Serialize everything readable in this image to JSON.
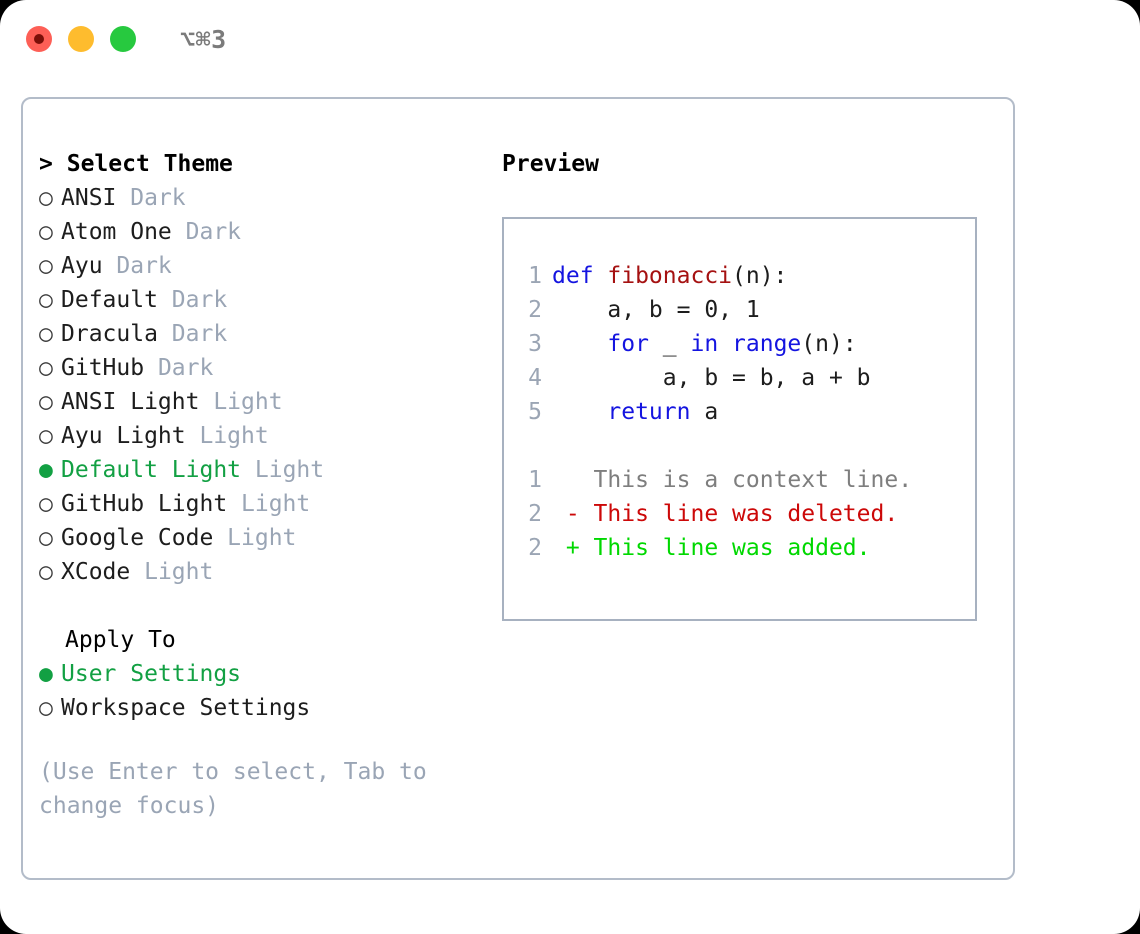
{
  "window": {
    "title": "⌥⌘3",
    "traffic_lights": [
      {
        "name": "close",
        "color": "#fd5f56"
      },
      {
        "name": "minimize",
        "color": "#febc2e"
      },
      {
        "name": "maximize",
        "color": "#27c93f"
      }
    ]
  },
  "theme_picker": {
    "caret": ">",
    "heading": "Select Theme",
    "bullet_unselected": "○",
    "bullet_selected": "●",
    "items": [
      {
        "label": "ANSI",
        "badge": "Dark",
        "selected": false
      },
      {
        "label": "Atom One",
        "badge": "Dark",
        "selected": false
      },
      {
        "label": "Ayu",
        "badge": "Dark",
        "selected": false
      },
      {
        "label": "Default",
        "badge": "Dark",
        "selected": false
      },
      {
        "label": "Dracula",
        "badge": "Dark",
        "selected": false
      },
      {
        "label": "GitHub",
        "badge": "Dark",
        "selected": false
      },
      {
        "label": "ANSI Light",
        "badge": "Light",
        "selected": false
      },
      {
        "label": "Ayu Light",
        "badge": "Light",
        "selected": false
      },
      {
        "label": "Default Light",
        "badge": "Light",
        "selected": true
      },
      {
        "label": "GitHub Light",
        "badge": "Light",
        "selected": false
      },
      {
        "label": "Google Code",
        "badge": "Light",
        "selected": false
      },
      {
        "label": "XCode",
        "badge": "Light",
        "selected": false
      }
    ]
  },
  "apply_to": {
    "heading": "Apply To",
    "items": [
      {
        "label": "User Settings",
        "selected": true
      },
      {
        "label": "Workspace Settings",
        "selected": false
      }
    ]
  },
  "hint": "(Use Enter to select, Tab to change focus)",
  "preview": {
    "heading": "Preview",
    "code_lines": [
      {
        "num": "1",
        "tokens": [
          {
            "t": "def ",
            "c": "kw"
          },
          {
            "t": "fibonacci",
            "c": "fn"
          },
          {
            "t": "(n):",
            "c": "pl"
          }
        ]
      },
      {
        "num": "2",
        "tokens": [
          {
            "t": "    a, b = 0, 1",
            "c": "pl"
          }
        ]
      },
      {
        "num": "3",
        "tokens": [
          {
            "t": "    ",
            "c": "pl"
          },
          {
            "t": "for",
            "c": "kw"
          },
          {
            "t": " _ ",
            "c": "pl"
          },
          {
            "t": "in",
            "c": "kw"
          },
          {
            "t": " ",
            "c": "pl"
          },
          {
            "t": "range",
            "c": "kw"
          },
          {
            "t": "(n):",
            "c": "pl"
          }
        ]
      },
      {
        "num": "4",
        "tokens": [
          {
            "t": "        a, b = b, a + b",
            "c": "pl"
          }
        ]
      },
      {
        "num": "5",
        "tokens": [
          {
            "t": "    ",
            "c": "pl"
          },
          {
            "t": "return",
            "c": "kw"
          },
          {
            "t": " a",
            "c": "pl"
          }
        ]
      }
    ],
    "diff_lines": [
      {
        "num": "1",
        "marker": " ",
        "text": " This is a context line.",
        "kind": "ctx"
      },
      {
        "num": "2",
        "marker": "-",
        "text": " This line was deleted.",
        "kind": "del"
      },
      {
        "num": "2",
        "marker": "+",
        "text": " This line was added.",
        "kind": "add"
      }
    ]
  },
  "colors": {
    "accent_green": "#12a043",
    "muted": "#9aa5b5",
    "border": "#b3bcc9",
    "keyword_blue": "#1414e0",
    "function_red": "#a51111",
    "diff_delete": "#cc0808",
    "diff_add": "#00d800"
  }
}
